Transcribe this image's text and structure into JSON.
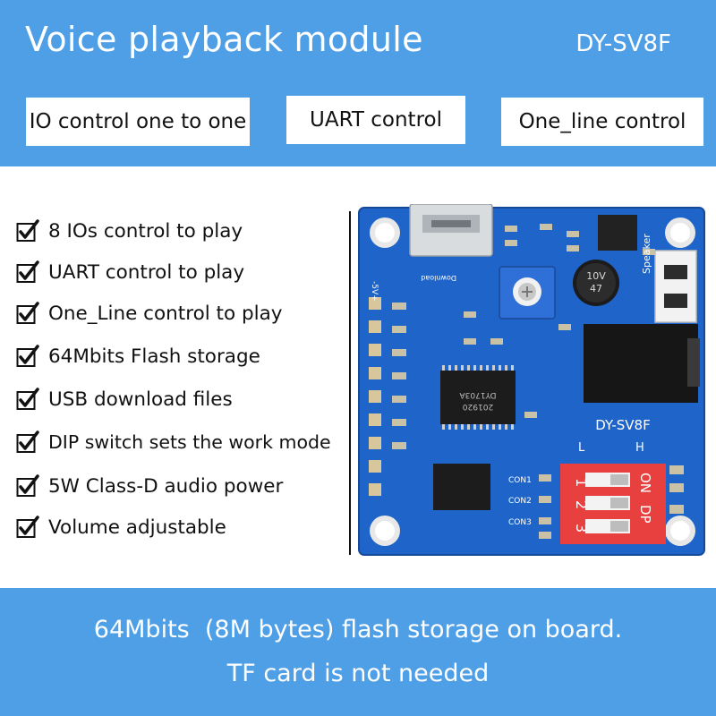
{
  "header": {
    "title": "Voice playback module",
    "model": "DY-SV8F",
    "modes": [
      "IO control one to one",
      "UART control",
      "One_line control"
    ]
  },
  "features": [
    "8 IOs control to play",
    "UART control to play",
    "One_Line control to play",
    "64Mbits Flash storage",
    "USB download files",
    "DIP switch sets the work mode",
    "5W Class-D audio power",
    "Volume adjustable"
  ],
  "board": {
    "model_label": "DY-SV8F",
    "low_label": "L",
    "high_label": "H",
    "con1": "CON1",
    "con2": "CON2",
    "con3": "CON3",
    "speaker_label": "Speaker",
    "download_label": "Download",
    "chip_label_1": "DY1703A",
    "chip_label_2": "201920",
    "cap_label_1": "10V",
    "cap_label_2": "47",
    "dip_on": "ON",
    "dip_dp": "DP",
    "dip_1": "1",
    "dip_2": "2",
    "dip_3": "3",
    "pin_label": "-5V+"
  },
  "footer": {
    "line1": "64Mbits  (8M bytes) flash storage on board.",
    "line2": "TF card is not needed"
  },
  "colors": {
    "banner": "#4f9fe6",
    "pcb": "#1f64c8",
    "dip_switch": "#e8403f"
  }
}
